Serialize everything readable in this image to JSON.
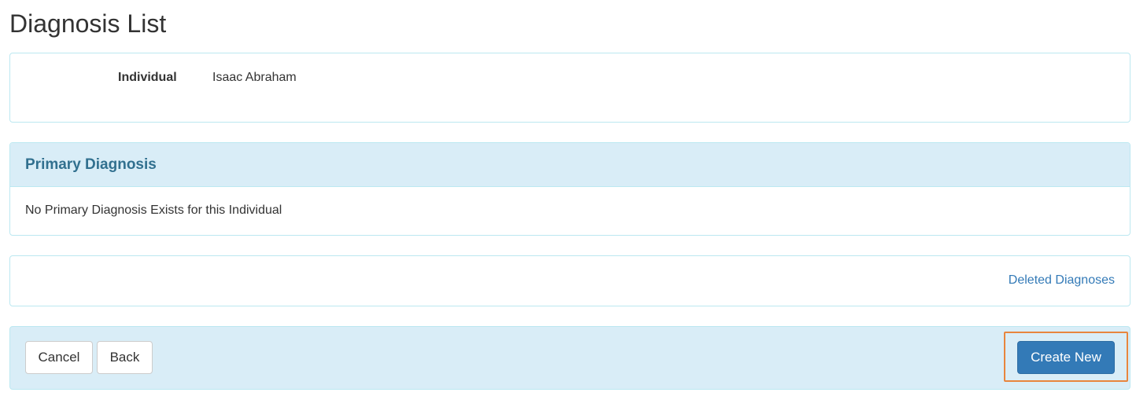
{
  "page": {
    "title": "Diagnosis List"
  },
  "individual": {
    "label": "Individual",
    "value": "Isaac Abraham"
  },
  "primary_diagnosis": {
    "heading": "Primary Diagnosis",
    "empty_message": "No Primary Diagnosis Exists for this Individual"
  },
  "links": {
    "deleted_diagnoses": "Deleted Diagnoses"
  },
  "footer": {
    "cancel_label": "Cancel",
    "back_label": "Back",
    "create_new_label": "Create New"
  },
  "colors": {
    "panel_border": "#bce8f1",
    "panel_heading_bg": "#d9edf7",
    "heading_text": "#31708f",
    "link": "#337ab7",
    "primary_button": "#337ab7",
    "highlight": "#e8853d"
  }
}
